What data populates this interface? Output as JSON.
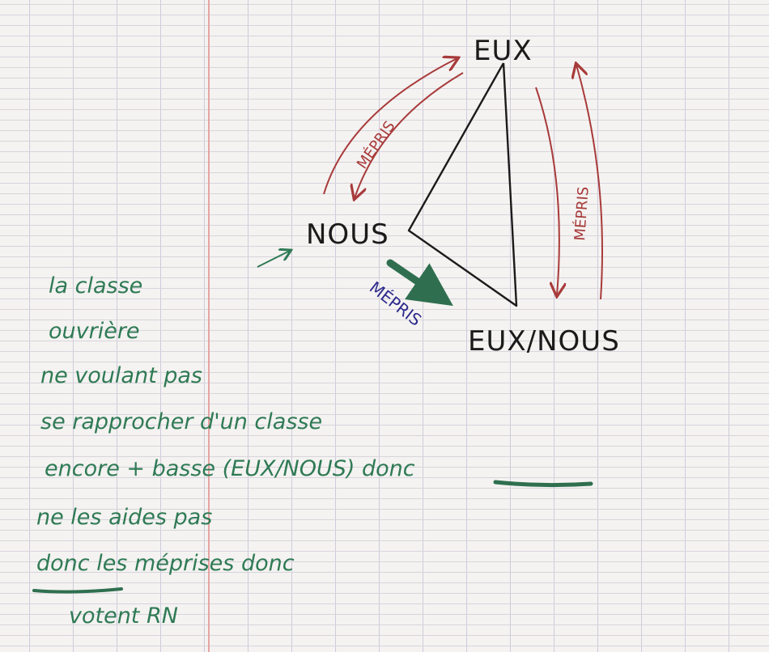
{
  "diagram": {
    "nodes": {
      "top": "EUX",
      "left": "NOUS",
      "bottom": "EUX/NOUS"
    },
    "edge_labels": {
      "left_arrows": "MÉPRIS",
      "right_arrows": "MÉPRIS",
      "green_arrow": "MÉPRIS"
    }
  },
  "notes": {
    "lines": [
      "la classe",
      "ouvrière",
      "ne voulant pas",
      "se rapprocher d'un classe",
      "encore + basse (EUX/NOUS) donc",
      "ne les aides pas",
      "donc les méprises donc",
      "votent RN"
    ]
  },
  "colors": {
    "ink_black": "#1b1b1b",
    "ink_red": "#a83a3a",
    "ink_green": "#2f7a55",
    "ink_blue": "#2e2a8c",
    "margin_line": "#e6a3a3"
  }
}
